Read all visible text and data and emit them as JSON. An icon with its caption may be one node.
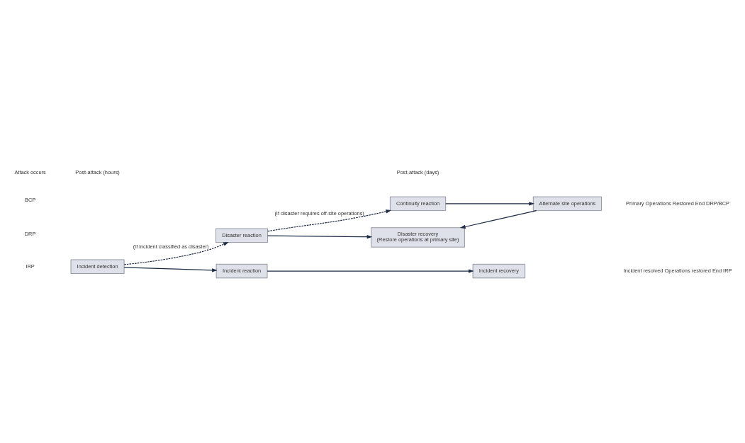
{
  "diagram": {
    "nodes": [
      {
        "text": [
          "Incident detection"
        ]
      },
      {
        "text": [
          "Incident reaction"
        ]
      },
      {
        "text": [
          "Incident recovery"
        ]
      },
      {
        "text": [
          "Disaster reaction"
        ]
      },
      {
        "text": [
          "Disaster recovery",
          "(Restore operations at primary site)"
        ]
      },
      {
        "text": [
          "Continuity reaction"
        ]
      },
      {
        "text": [
          "Alternate site operations"
        ]
      }
    ],
    "edges": [
      {
        "from": 0,
        "to": 1,
        "arrow": "to"
      },
      {
        "from": 1,
        "to": 2,
        "arrow": "to"
      },
      {
        "from": 0,
        "to": 3,
        "arrow": "to",
        "style": "dashed",
        "label": "(If incident classified as disaster)"
      },
      {
        "from": 3,
        "to": 4,
        "arrow": "to"
      },
      {
        "from": 3,
        "to": 5,
        "arrow": "to",
        "style": "dashed",
        "label": "(If disaster requires off-site operations)"
      },
      {
        "from": 5,
        "to": 6,
        "arrow": "to"
      },
      {
        "from": 6,
        "to": 4,
        "arrow": "to"
      }
    ],
    "labels": [
      "IRP",
      "Incident resolved Operations restored End IRP",
      "DRP",
      "Primary Operations Restored End DRP/BCP",
      "BCP",
      "Attack occurs",
      "Post-attack (hours)",
      "Post-attack (days)"
    ]
  }
}
